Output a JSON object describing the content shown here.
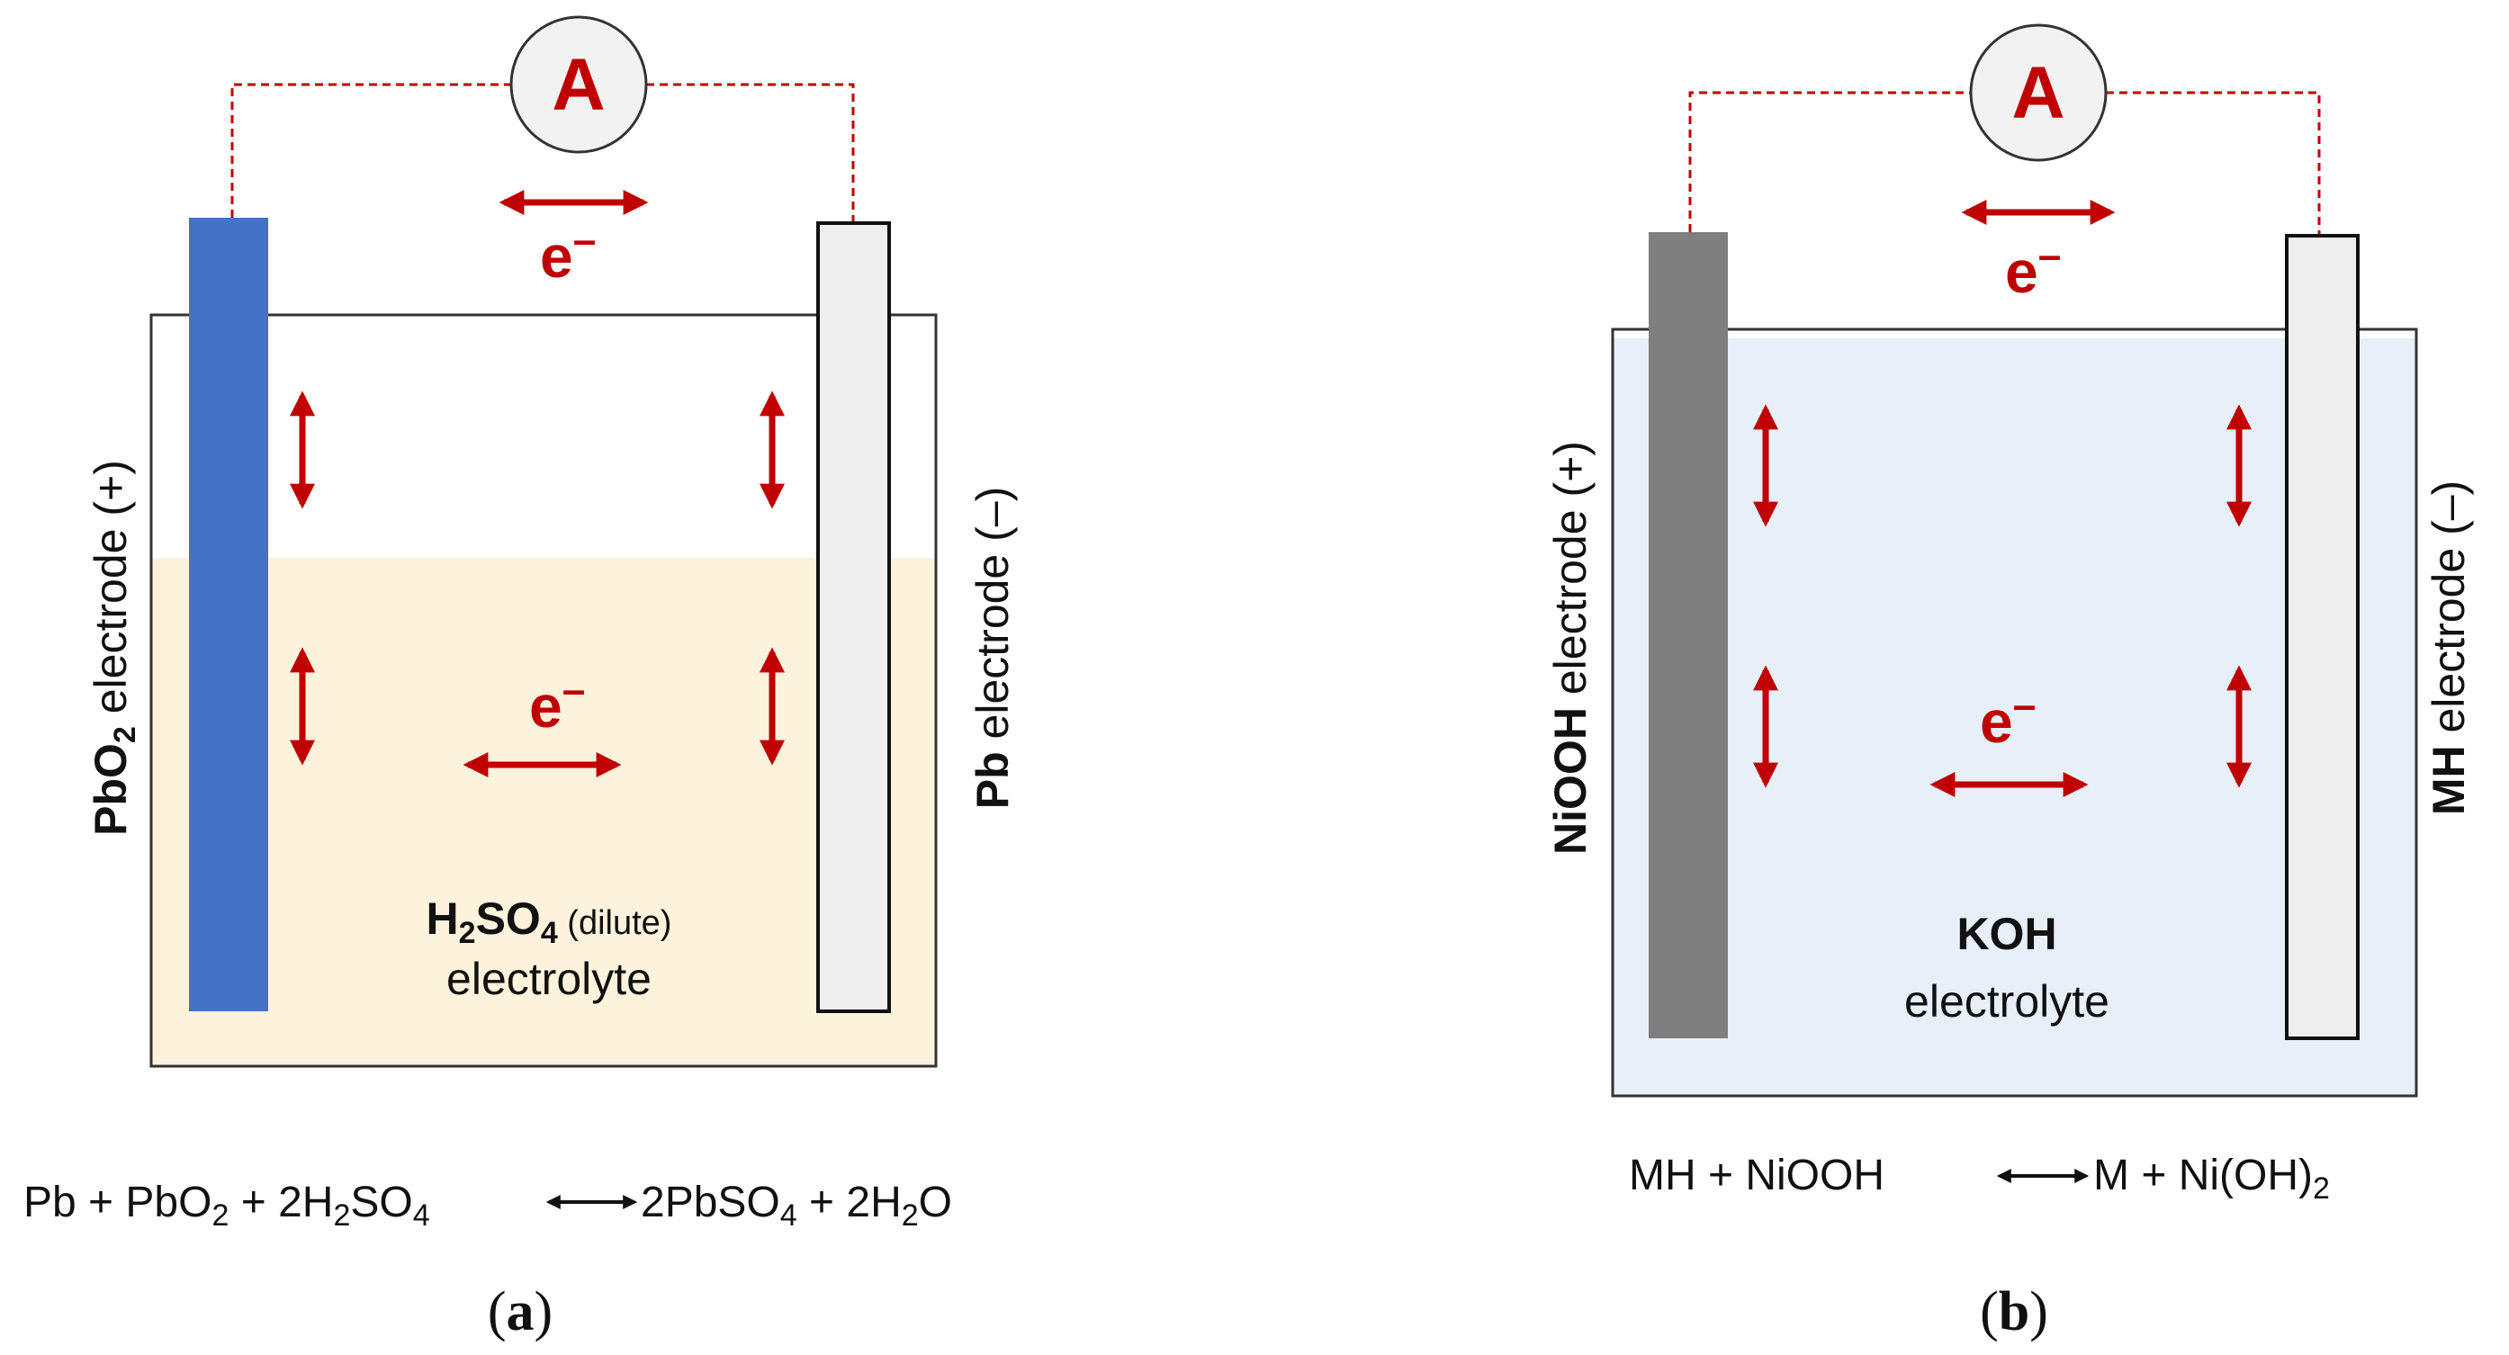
{
  "panel_a": {
    "ammeter_label": "A",
    "wire_electron_label": "e",
    "electrolyte_electron_label": "e",
    "electron_charge": "–",
    "left_electrode": {
      "chem": "PbO",
      "subscript": "2",
      "label": " electrode (+)"
    },
    "right_electrode": {
      "chem": "Pb",
      "label": " electrode (–)"
    },
    "electrolyte": {
      "formula_parts": [
        "H",
        "2",
        "SO",
        "4"
      ],
      "qualifier": " (dilute)",
      "label": "electrolyte"
    },
    "reaction": {
      "left": [
        "Pb + PbO",
        "2",
        " + 2H",
        "2",
        "SO",
        "4"
      ],
      "right": [
        "2PbSO",
        "4",
        " + 2H",
        "2",
        "O"
      ]
    },
    "caption": {
      "open": "(",
      "letter": "a",
      "close": ")"
    },
    "colors": {
      "electrode_positive": "#4472c4",
      "electrode_negative": "#eeeeee",
      "electrolyte": "#fdf3dc"
    }
  },
  "panel_b": {
    "ammeter_label": "A",
    "wire_electron_label": "e",
    "electrolyte_electron_label": "e",
    "electron_charge": "–",
    "left_electrode": {
      "chem": "NiOOH",
      "label": " electrode (+)"
    },
    "right_electrode": {
      "chem": "MH",
      "label": " electrode (–)"
    },
    "electrolyte": {
      "formula": "KOH",
      "label": "electrolyte"
    },
    "reaction": {
      "left": "MH + NiOOH",
      "right": [
        "M + Ni(OH)",
        "2"
      ]
    },
    "caption": {
      "open": "(",
      "letter": "b",
      "close": ")"
    },
    "colors": {
      "electrode_positive": "#7f7f7f",
      "electrode_negative": "#eeeeee",
      "electrolyte": "#e7eff9"
    }
  },
  "colors": {
    "arrow": "#c00000",
    "wire": "#c00000",
    "outline": "#333333"
  }
}
